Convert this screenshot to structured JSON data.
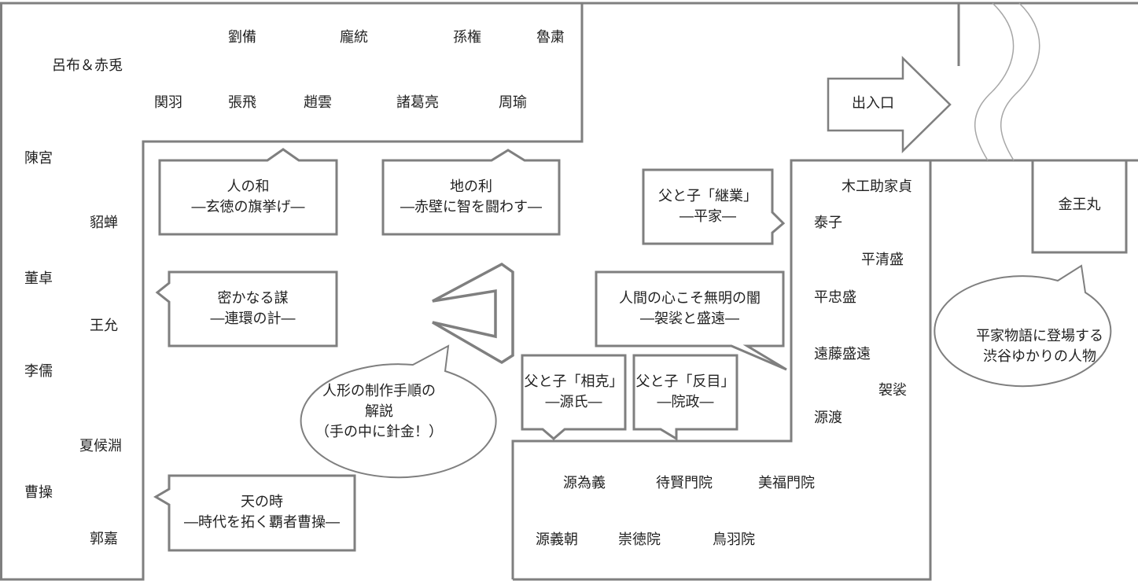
{
  "floor_plan": {
    "entrance_label": "出入口",
    "zone_shu_wu": {
      "figures": [
        "劉備",
        "龐統",
        "孫権",
        "魯粛",
        "呂布＆赤兎",
        "関羽",
        "張飛",
        "趙雲",
        "諸葛亮",
        "周瑜"
      ]
    },
    "zone_wei_west": {
      "figures": [
        "陳宮",
        "貂蝉",
        "董卓",
        "王允",
        "李儒",
        "夏候淵",
        "曹操",
        "郭嘉"
      ]
    },
    "panels": {
      "hito_no_wa": {
        "line1": "人の和",
        "line2": "―玄徳の旗挙げ―"
      },
      "chi_no_ri": {
        "line1": "地の利",
        "line2": "―赤壁に智を闘わす―"
      },
      "hisoka": {
        "line1": "密かなる謀",
        "line2": "―連環の計―"
      },
      "ten_no_toki": {
        "line1": "天の時",
        "line2": "―時代を拓く覇者曹操―"
      },
      "keigyo": {
        "line1": "父と子「継業」",
        "line2": "―平家―"
      },
      "mumyo": {
        "line1": "人間の心こそ無明の闇",
        "line2": "―袈裟と盛遠―"
      },
      "sokoku": {
        "line1": "父と子「相克」",
        "line2": "―源氏―"
      },
      "hanmoku": {
        "line1": "父と子「反目」",
        "line2": "―院政―"
      }
    },
    "doll_making": {
      "line1": "人形の制作手順の",
      "line2": "解説",
      "line3": "（手の中に針金！）"
    },
    "zone_heike": {
      "figures": [
        "木工助家貞",
        "泰子",
        "平清盛",
        "平忠盛",
        "遠藤盛遠",
        "袈裟",
        "源渡"
      ]
    },
    "zone_genji": {
      "figures": [
        "源為義",
        "待賢門院",
        "美福門院",
        "源義朝",
        "崇徳院",
        "鳥羽院"
      ]
    },
    "konnomaru": "金王丸",
    "shibuya_note": {
      "line1": "平家物語に登場する",
      "line2": "渋谷ゆかりの人物"
    }
  }
}
